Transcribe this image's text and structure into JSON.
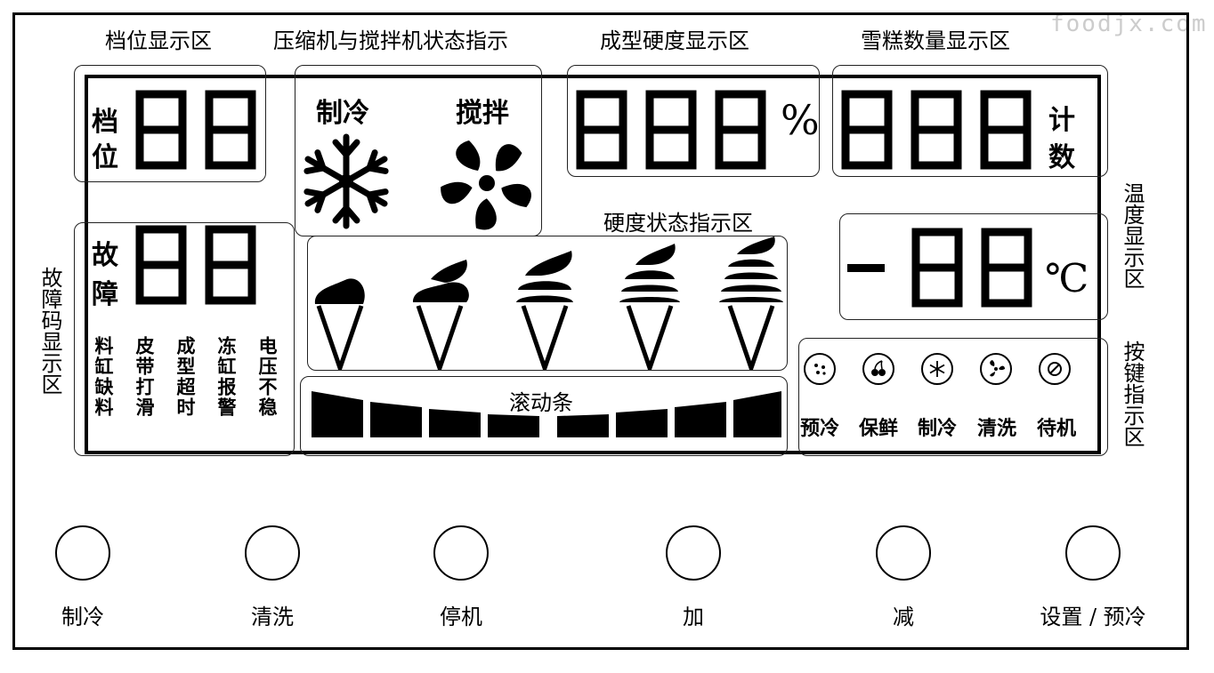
{
  "watermark": "foodjx.com",
  "top_labels": {
    "gear_zone": "档位显示区",
    "status_zone": "压缩机与搅拌机状态指示",
    "hardness_zone": "成型硬度显示区",
    "count_zone": "雪糕数量显示区"
  },
  "side_labels": {
    "fault_zone": "故障码显示区",
    "temp_zone": "温度显示区",
    "key_zone": "按键指示区"
  },
  "gear": {
    "label_1": "档",
    "label_2": "位",
    "digits": "88"
  },
  "status": {
    "cool_label": "制冷",
    "stir_label": "搅拌"
  },
  "hardness": {
    "digits": "888",
    "unit": "%",
    "state_label": "硬度状态指示区",
    "levels": [
      1,
      2,
      3,
      4,
      5
    ]
  },
  "count": {
    "digits": "888",
    "unit_1": "计",
    "unit_2": "数"
  },
  "fault": {
    "label_1": "故",
    "label_2": "障",
    "digits": "88",
    "codes": [
      "料缸缺料",
      "皮带打滑",
      "成型超时",
      "冻缸报警",
      "电压不稳"
    ]
  },
  "temperature": {
    "display": "-88",
    "unit": "℃"
  },
  "scroll_bar": {
    "label": "滚动条",
    "segments": 8
  },
  "key_indicators": [
    {
      "label": "预冷",
      "icon": "precool-icon"
    },
    {
      "label": "保鲜",
      "icon": "cherry-icon"
    },
    {
      "label": "制冷",
      "icon": "snowflake-icon"
    },
    {
      "label": "清洗",
      "icon": "fan-icon"
    },
    {
      "label": "待机",
      "icon": "standby-icon"
    }
  ],
  "buttons": [
    {
      "label": "制冷"
    },
    {
      "label": "清洗"
    },
    {
      "label": "停机"
    },
    {
      "label": "加"
    },
    {
      "label": "减"
    },
    {
      "label": "设置 / 预冷"
    }
  ],
  "colors": {
    "ink": "#000000",
    "background": "#ffffff"
  }
}
